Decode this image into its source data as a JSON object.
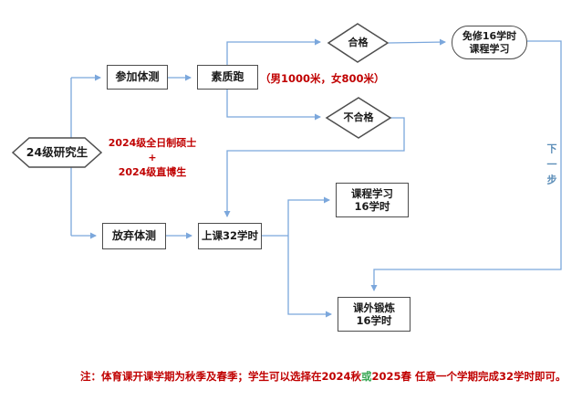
{
  "flowchart": {
    "nodes": {
      "start": {
        "label": "24级研究生"
      },
      "attend": {
        "label": "参加体测"
      },
      "run": {
        "label": "素质跑"
      },
      "pass": {
        "label": "合格"
      },
      "fail": {
        "label": "不合格"
      },
      "exempt": {
        "line1": "免修16学时",
        "line2": "课程学习"
      },
      "giveup": {
        "label": "放弃体测"
      },
      "class32": {
        "label": "上课32学时"
      },
      "course16": {
        "line1": "课程学习",
        "line2": "16学时"
      },
      "exercise16": {
        "line1": "课外锻炼",
        "line2": "16学时"
      }
    },
    "annotations": {
      "run_note": "（男1000米，女800米）",
      "cohort_line1": "2024级全日制硕士",
      "cohort_line2": "+",
      "cohort_line3": "2024级直博生",
      "next_step": "下一步"
    },
    "note": {
      "prefix": "注：体育课开课学期为秋季及春季；学生可以选择在2024秋",
      "or": "或",
      "suffix": "2025春  任意一个学期完成32学时即可。"
    },
    "colors": {
      "connector": "#7ba7dc",
      "node_border": "#4d4d4d",
      "red_text": "#c00000",
      "green_text": "#3aa855",
      "next_step_blue": "#5b8db8"
    }
  }
}
